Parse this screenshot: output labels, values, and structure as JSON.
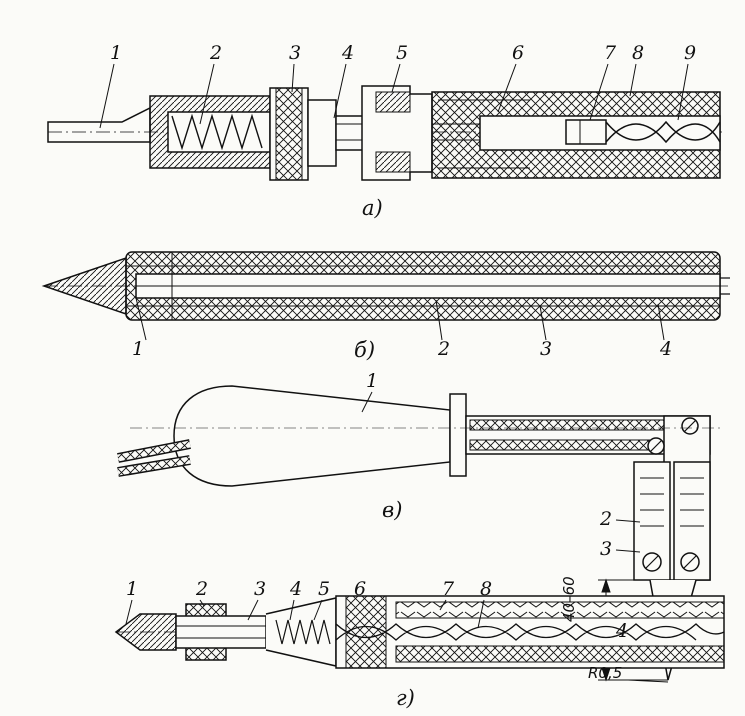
{
  "figure_a": {
    "caption": "а)",
    "labels": [
      "1",
      "2",
      "3",
      "4",
      "5",
      "6",
      "7",
      "8",
      "9"
    ]
  },
  "figure_b": {
    "caption": "б)",
    "labels": [
      "1",
      "2",
      "3",
      "4"
    ]
  },
  "figure_c": {
    "caption": "в)",
    "labels": [
      "1",
      "2",
      "3",
      "4"
    ],
    "dimension": "40–60",
    "radius": "R0,5"
  },
  "figure_d": {
    "caption": "г)",
    "labels": [
      "1",
      "2",
      "3",
      "4",
      "5",
      "6",
      "7",
      "8"
    ]
  },
  "colors": {
    "ink": "#111111",
    "paper": "#fbfbf8"
  }
}
